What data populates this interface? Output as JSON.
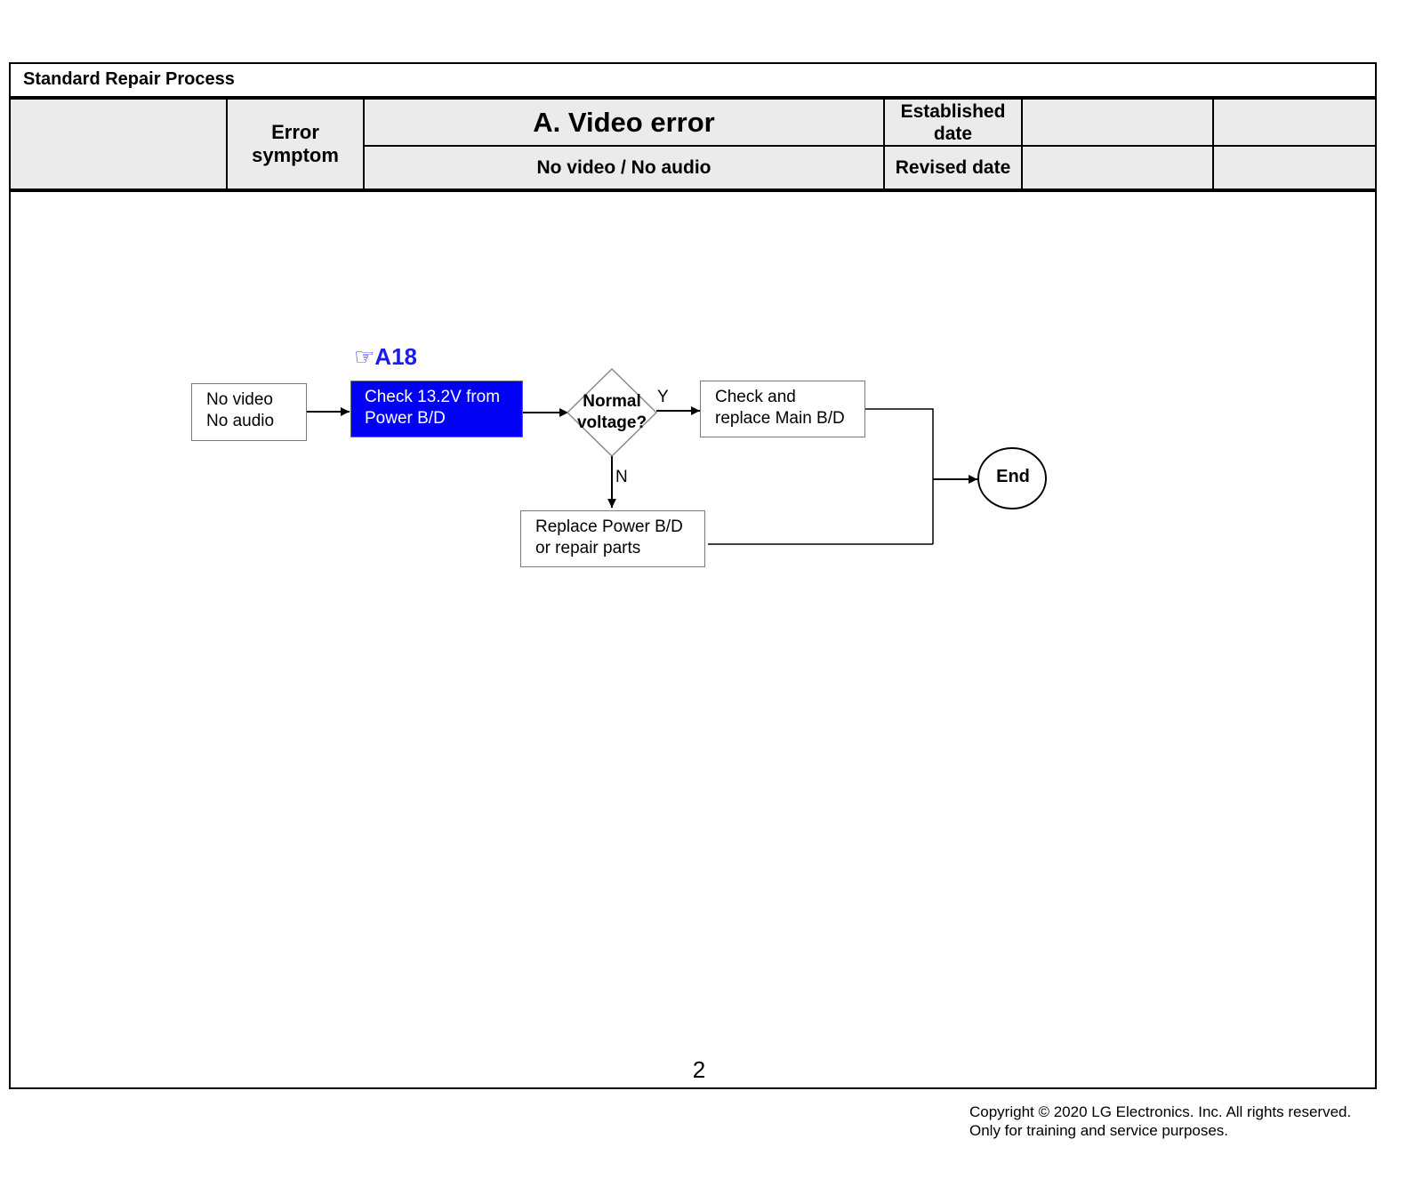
{
  "document": {
    "title": "Standard Repair Process",
    "page_number": "2",
    "copyright_line1": "Copyright ©  2020  LG Electronics. Inc. All rights reserved.",
    "copyright_line2": "Only for training and service purposes."
  },
  "header": {
    "error_symptom_label": "Error symptom",
    "main_title": "A. Video error",
    "subtitle": "No video / No audio",
    "established_date_label": "Established date",
    "revised_date_label": "Revised date",
    "established_date_value": "",
    "revised_date_value": ""
  },
  "flowchart": {
    "reference_tag": "☞A18",
    "start_line1": "No video",
    "start_line2": "No audio",
    "check_line1": "Check 13.2V from",
    "check_line2": "Power B/D",
    "decision_line1": "Normal",
    "decision_line2": "voltage?",
    "yes_label": "Y",
    "no_label": "N",
    "yes_action_line1": "Check and",
    "yes_action_line2": "replace Main B/D",
    "no_action_line1": "Replace Power B/D",
    "no_action_line2": "or repair parts",
    "end_label": "End"
  },
  "colors": {
    "highlight_box": "#0000f5",
    "reference_tag": "#1c1cf0",
    "header_background": "#ebebeb"
  }
}
